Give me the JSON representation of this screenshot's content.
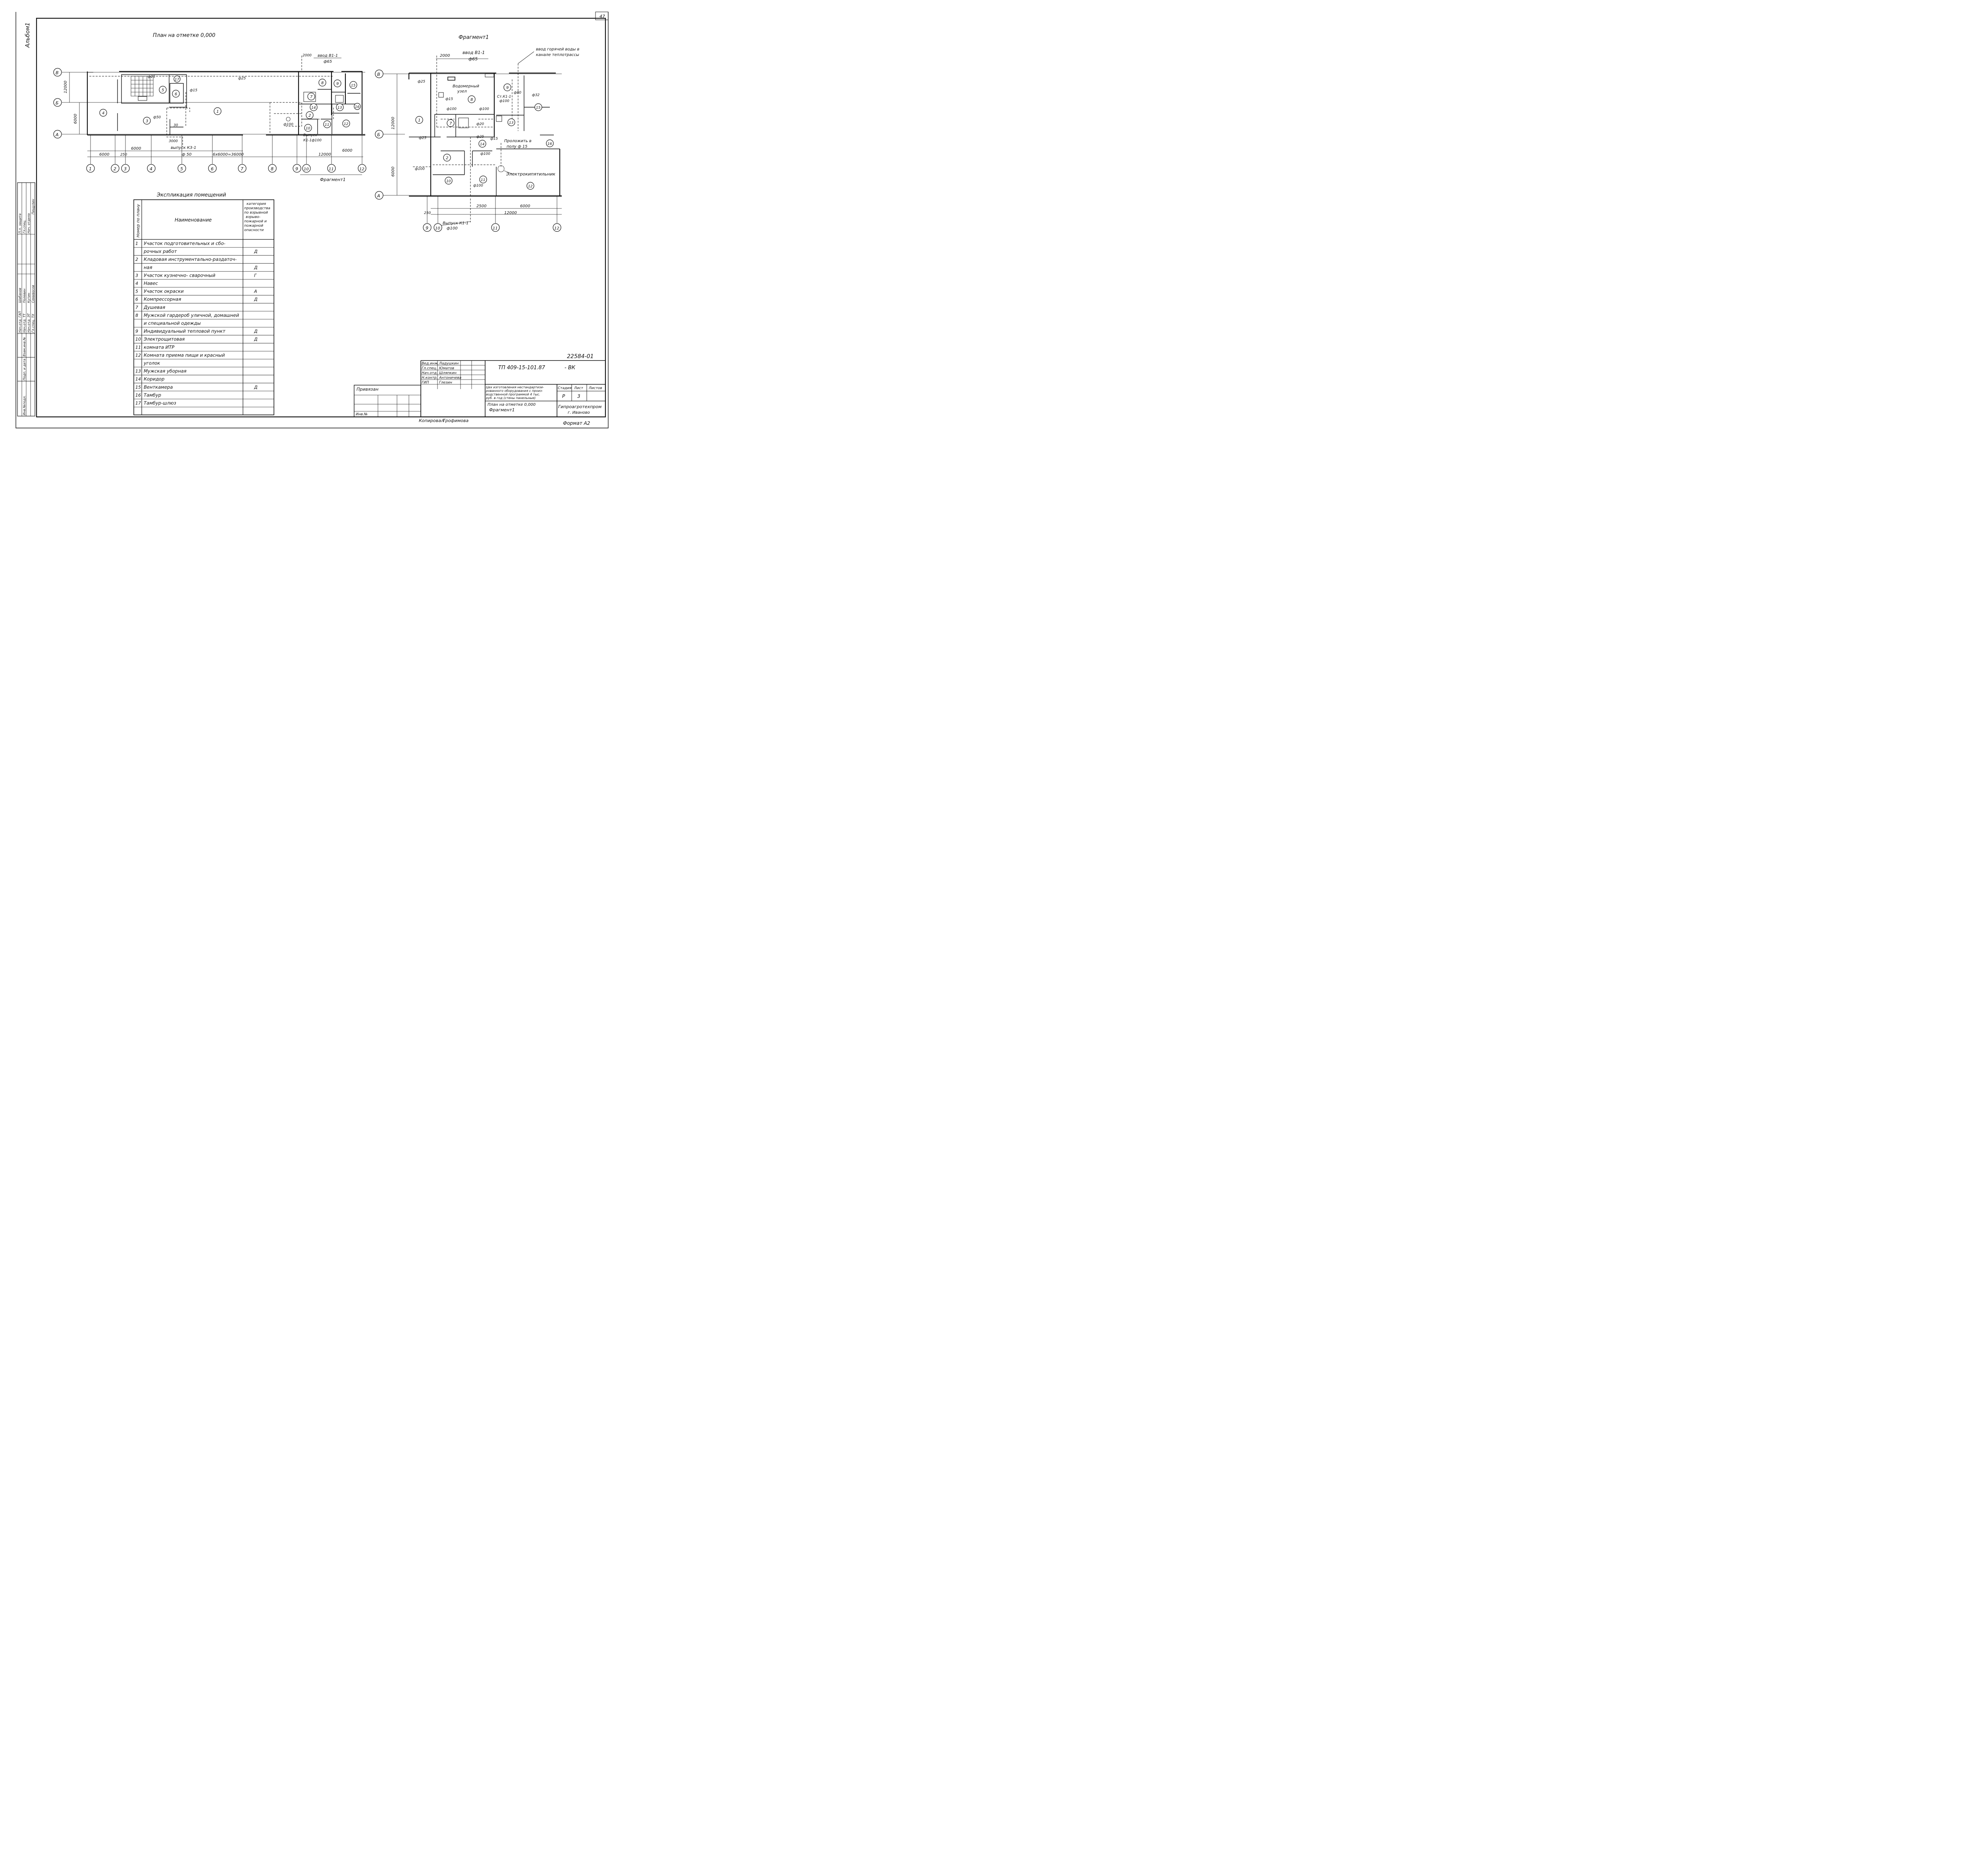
{
  "sheet_number": "47",
  "album_label": "Альбом1",
  "plan": {
    "title": "План на отметке 0,000",
    "axes_letters": [
      "В",
      "Б",
      "А"
    ],
    "axes_numbers": [
      "1",
      "2",
      "3",
      "4",
      "5",
      "6",
      "7",
      "8",
      "9",
      "10",
      "11",
      "12"
    ],
    "dims": {
      "d12000": "12000",
      "d6000": "6000",
      "d6000b": "6000",
      "d250": "250",
      "d6000c": "6000",
      "span": "6х6000=36000",
      "d12000b": "12000",
      "d6000d": "6000",
      "d3000": "3000",
      "d2000": "2000"
    },
    "labels": {
      "vvod": "ввод В1-1",
      "vvod_d": "ф65",
      "f25a": "ф25",
      "f25b": "ф25",
      "f15": "ф15",
      "f50": "ф50",
      "f100": "ф100",
      "d30": "30",
      "vypusk_k3": "выпуск К3-1",
      "vypusk_k3_d": "ф 50",
      "vypusk_k1": "Выпуск",
      "vypusk_k1_d": "К1-1ф100",
      "fragment": "Фрагмент1"
    },
    "rooms": [
      "1",
      "2",
      "3",
      "4",
      "5",
      "6",
      "7",
      "8",
      "9",
      "10",
      "11",
      "12",
      "13",
      "14",
      "15",
      "16",
      "17"
    ]
  },
  "fragment": {
    "title": "Фрагмент1",
    "axes_letters": [
      "В",
      "Б",
      "А"
    ],
    "axes_numbers": [
      "9",
      "10",
      "11",
      "12"
    ],
    "dims": {
      "d2000": "2000",
      "d12000": "12000",
      "d6000": "6000",
      "d2500": "2500",
      "d6000b": "6000",
      "d12000b": "12000",
      "d250": "250"
    },
    "labels": {
      "vvod": "ввод В1-1",
      "vvod_d": "ф65",
      "hot_water_1": "ввод горячей воды в",
      "hot_water_2": "канале теплотрассы",
      "vodomer_1": "Водомерный",
      "vodomer_2": "узел",
      "f25a": "ф25",
      "f15": "ф15",
      "f100a": "ф100",
      "f100b": "ф100",
      "st": "Ст.К1-1",
      "st_d": "ф100",
      "f80": "ф80",
      "f32": "ф32",
      "f20": "ф20",
      "f25b": "ф25",
      "f25c": "ф25",
      "f15b": "ф15",
      "prolozhit_1": "Проложить в",
      "prolozhit_2": "полу ф 15",
      "f100c": "ф100",
      "f100d": "ф100",
      "f100e": "ф100",
      "kipyat": "Электрокипятильник",
      "vypusk": "Выпуск К1-1",
      "vypusk_d": "ф100"
    },
    "rooms": [
      "1",
      "2",
      "7",
      "8",
      "9",
      "10",
      "11",
      "12",
      "13",
      "14",
      "15",
      "16"
    ]
  },
  "explication": {
    "title": "Экспликация помещений",
    "col_num": "Номер по плану",
    "col_name": "Наименование",
    "col_cat": [
      "категория",
      "производства",
      "по взрывной",
      "взрыво-",
      "пожарной и",
      "пожарной",
      "опасности"
    ],
    "rows": [
      [
        "1",
        "Участок подготовительных и сбо-",
        ""
      ],
      [
        "",
        "рочных работ",
        "Д"
      ],
      [
        "2",
        "Кладовая инструментально-раздаточ-",
        ""
      ],
      [
        "",
        "ная",
        "Д"
      ],
      [
        "3",
        "Участок кузнечно- сварочный",
        "Г"
      ],
      [
        "4",
        "Навес",
        ""
      ],
      [
        "5",
        "Участок окраски",
        "А"
      ],
      [
        "6",
        "Компрессорная",
        "Д"
      ],
      [
        "7",
        "Душевая",
        ""
      ],
      [
        "8",
        "Мужской гардероб уличной, домашней",
        ""
      ],
      [
        "",
        "и специальной одежды",
        ""
      ],
      [
        "9",
        "Индивидуальный тепловой пункт",
        "Д"
      ],
      [
        "10",
        "Электрощитовая",
        "Д"
      ],
      [
        "11",
        "комната ИТР",
        ""
      ],
      [
        "12",
        "Комната приема пищи и красный",
        ""
      ],
      [
        "",
        "уголок",
        ""
      ],
      [
        "13",
        "Мужская уборная",
        ""
      ],
      [
        "14",
        "Коридор",
        ""
      ],
      [
        "15",
        "Венткамера",
        "Д"
      ],
      [
        "16",
        "Тамбур",
        ""
      ],
      [
        "17",
        "Тамбур-шлюз",
        ""
      ]
    ]
  },
  "stamp": {
    "doc_no": "22584-01",
    "code": "ТП 409-15-101.87",
    "mark": "- ВК",
    "people": [
      [
        "Вед.инж.",
        "Ладушкин"
      ],
      [
        "Гл.спец.",
        "Юматов"
      ],
      [
        "Нач.отд.",
        "Шляпкин"
      ],
      [
        "Н.контр.",
        "Антоничева"
      ],
      [
        "ГИП",
        "Глезин"
      ]
    ],
    "project_1": "Цех изготовления нестандартизи-",
    "project_2": "рованного оборудования с произ-",
    "project_3": "водственной программой 4 тыс.",
    "project_4": "руб. в год (стены панельные)",
    "sheet_title_1": "План на отметке 0,000",
    "sheet_title_2": "Фрагмент1",
    "h_stage": "Стадия",
    "h_sheet": "Лист",
    "h_sheets": "Листов",
    "v_stage": "Р",
    "v_sheet": "3",
    "v_sheets": "",
    "org_1": "Гипроагротехпром",
    "org_2": "г. Иваново",
    "privyazan": "Привязан",
    "inv": "Инв.№",
    "copied": "Копировал",
    "copier": "Трофимова",
    "format": "Формат А2"
  },
  "side_stamp": {
    "cols": [
      [
        "Нач.отд. ГАП",
        "Шабанов"
      ],
      [
        "Нач.отд. ТТ",
        "Полевин"
      ],
      [
        "Нач.отд. ЭТ",
        "Кутин"
      ],
      [
        "Гл.спец. ТХ",
        "Семивосов"
      ],
      [
        "П.п. защита",
        ""
      ],
      [
        "Гл.спец.",
        ""
      ],
      [
        "Нач. отдела",
        "Пищулин"
      ],
      [
        "Нач.отд.",
        "Сидоров"
      ]
    ],
    "inv_1": "Инв.№подл.",
    "inv_2": "Подп. и дата",
    "inv_3": "Взам.инв.№"
  }
}
